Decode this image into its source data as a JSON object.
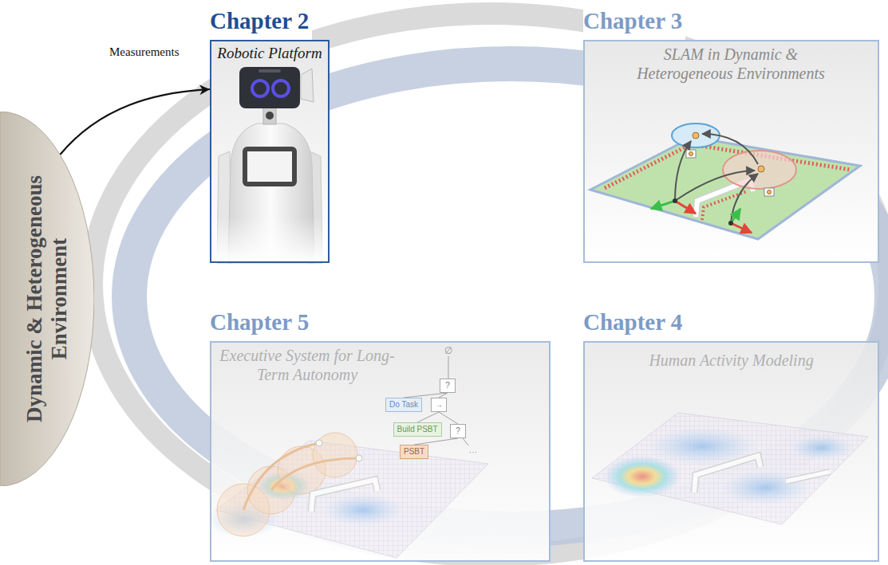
{
  "diagram": {
    "nodes": [
      {
        "text": [
          "Dynamic & Heterogeneous Environment"
        ]
      },
      {
        "text": [
          "Chapter 2",
          "Robotic Platform"
        ]
      },
      {
        "text": [
          "Chapter 3",
          "SLAM in Dynamic & Heterogeneous Environments"
        ]
      },
      {
        "text": [
          "Chapter 5",
          "Executive System for Long-Term Autonomy"
        ]
      },
      {
        "text": [
          "Chapter 4",
          "Human Activity Modeling"
        ]
      },
      {
        "text": [
          "?"
        ],
        "in": 3
      },
      {
        "text": [
          "Do Task"
        ],
        "in": 3
      },
      {
        "text": [
          "→"
        ],
        "in": 3
      },
      {
        "text": [
          "Build PSBT"
        ],
        "in": 3
      },
      {
        "text": [
          "?"
        ],
        "in": 3
      },
      {
        "text": [
          "PSBT"
        ],
        "in": 3
      }
    ],
    "edges": [
      {
        "from": 0,
        "to": 1,
        "arrow": "to",
        "label": "Measurements"
      },
      {
        "from": 5,
        "to": 6,
        "arrow": "none"
      },
      {
        "from": 5,
        "to": 7,
        "arrow": "none"
      },
      {
        "from": 7,
        "to": 8,
        "arrow": "none"
      },
      {
        "from": 7,
        "to": 9,
        "arrow": "none"
      },
      {
        "from": 9,
        "to": 10,
        "arrow": "none"
      }
    ],
    "labels": [
      "∅",
      "···"
    ]
  }
}
